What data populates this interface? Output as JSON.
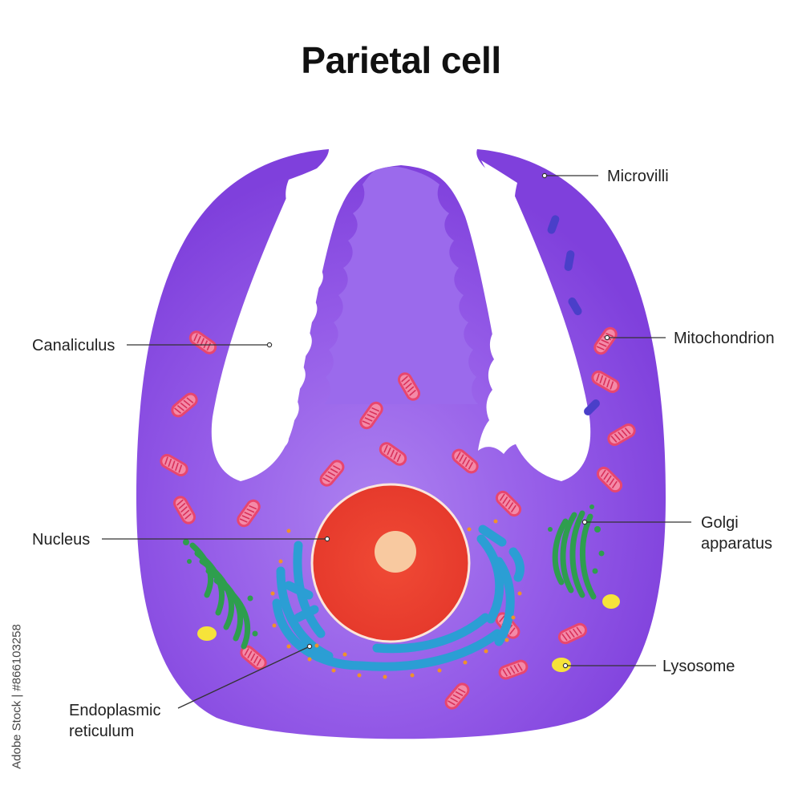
{
  "title": "Parietal cell",
  "labels": {
    "microvilli": "Microvilli",
    "canaliculus": "Canaliculus",
    "mitochondrion": "Mitochondrion",
    "nucleus": "Nucleus",
    "golgi_1": "Golgi",
    "golgi_2": "apparatus",
    "lysosome": "Lysosome",
    "er_1": "Endoplasmic",
    "er_2": "reticulum"
  },
  "stock_id": "Adobe Stock | #866103258",
  "colors": {
    "cytoplasm": "#8b4fe3",
    "canaliculus": "#ffffff",
    "nucleus": "#ee4433",
    "nucleolus": "#f8c9a0",
    "mitochondrion": "#e8466e",
    "golgi": "#2e9e4e",
    "er": "#2b9ed4",
    "lysosome": "#f6e33a"
  }
}
